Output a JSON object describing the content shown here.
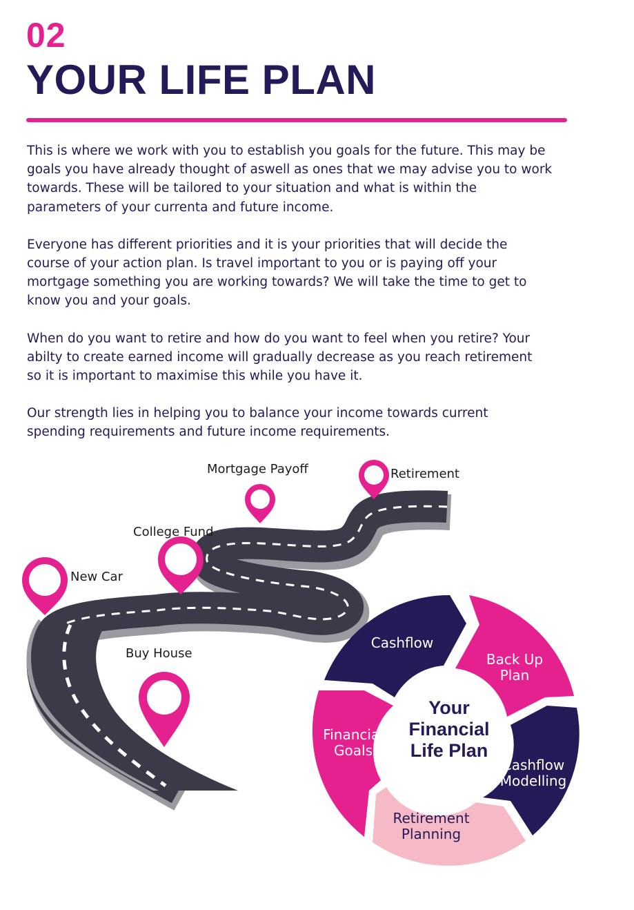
{
  "header": {
    "number": "02",
    "title": "YOUR LIFE PLAN"
  },
  "paragraphs": [
    "This is where we work with you to establish you goals for the future.  This may be\ngoals you have already thought of aswell as ones that we may advise you to work\ntowards.  These will be tailored to your situation and what is within the\nparameters of your currenta and future income.",
    "Everyone has different priorities and it is your priorities that will decide the\ncourse of your action plan.  Is travel important to you or is paying off your\nmortgage something you are working towards?  We will take the time to get to\nknow you and your goals.",
    "When do you want to retire and how do you want to feel when you retire?  Your\nabilty to create earned income will gradually decrease as you reach retirement\nso it is important to maximise this while you have it.",
    "Our strength lies in helping  you to balance your income towards current\nspending requirements and future income requirements."
  ],
  "roadmap": {
    "milestones": [
      "Buy House",
      "New Car",
      "College Fund",
      "Mortgage Payoff",
      "Retirement"
    ]
  },
  "cycle": {
    "center": [
      "Your",
      "Financial",
      "Life Plan"
    ],
    "segments": [
      {
        "lines": [
          "Cashflow"
        ]
      },
      {
        "lines": [
          "Back Up",
          "Plan"
        ]
      },
      {
        "lines": [
          "Cashflow",
          "Modelling"
        ]
      },
      {
        "lines": [
          "Retirement",
          "Planning"
        ]
      },
      {
        "lines": [
          "Financial",
          "Goals"
        ]
      }
    ]
  },
  "colors": {
    "navy": "#231a57",
    "pink": "#e5208f",
    "light_pink": "#f6bac6",
    "road": "#3b3a48",
    "road_edge": "#9a9aa0"
  }
}
